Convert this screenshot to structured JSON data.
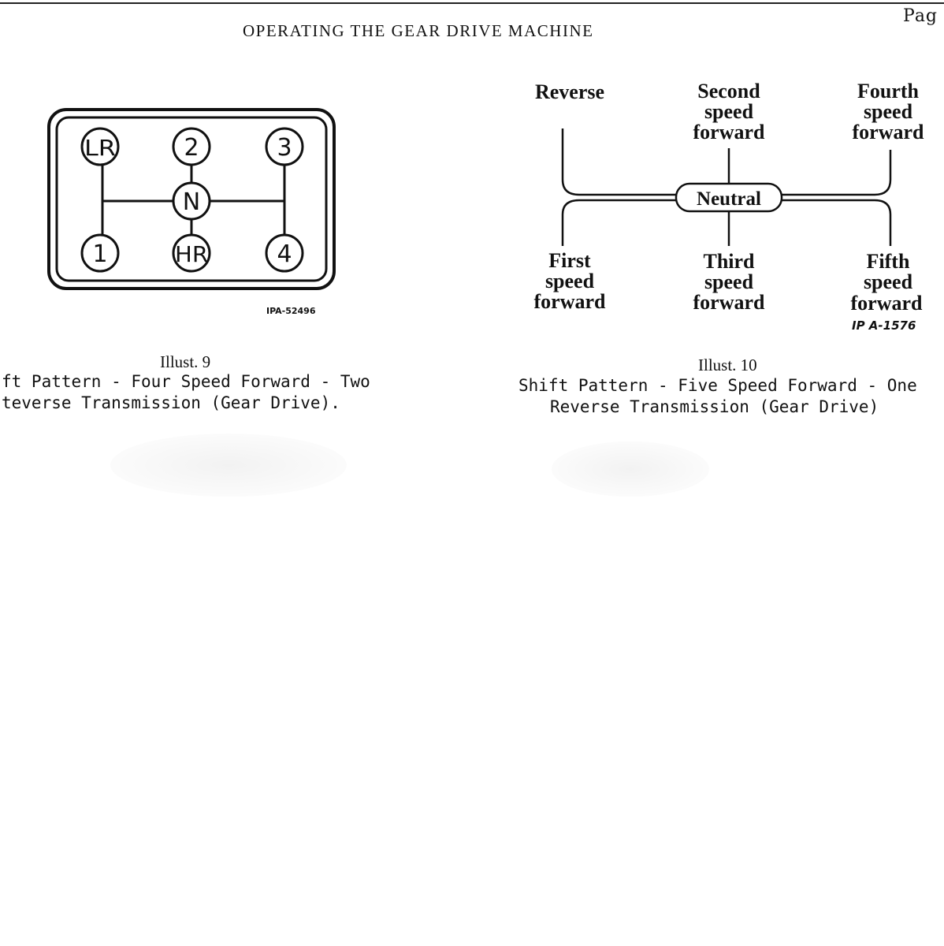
{
  "header": {
    "title": "OPERATING THE GEAR DRIVE MACHINE",
    "page_label": "Pag"
  },
  "illust9": {
    "gears": {
      "lr": "LR",
      "two": "2",
      "three": "3",
      "neutral": "N",
      "one": "1",
      "hr": "HR",
      "four": "4"
    },
    "code": "IPA-52496",
    "number": "Illust. 9",
    "caption_line1": "ft Pattern - Four Speed Forward - Two",
    "caption_line2": "teverse Transmission (Gear Drive)."
  },
  "illust10": {
    "labels": {
      "reverse": "Reverse",
      "second": [
        "Second",
        "speed",
        "forward"
      ],
      "fourth": [
        "Fourth",
        "speed",
        "forward"
      ],
      "neutral": "Neutral",
      "first": [
        "First",
        "speed",
        "forward"
      ],
      "third": [
        "Third",
        "speed",
        "forward"
      ],
      "fifth": [
        "Fifth",
        "speed",
        "forward"
      ]
    },
    "code": "IP A-1576",
    "number": "Illust. 10",
    "caption_line1": "Shift Pattern - Five Speed Forward - One",
    "caption_line2": "Reverse Transmission (Gear Drive)"
  }
}
